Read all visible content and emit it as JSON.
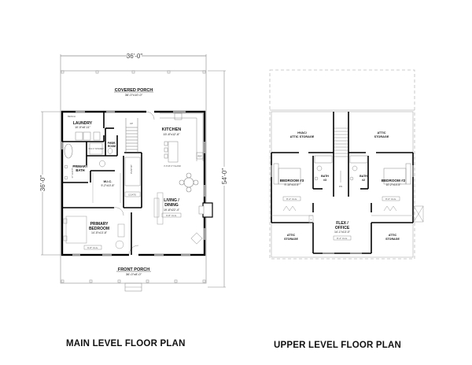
{
  "main_level": {
    "title": "MAIN LEVEL FLOOR PLAN",
    "dimensions": {
      "top_width": "36'-0\"",
      "left_depth": "36'-0\"",
      "right_overall": "54'-0\""
    },
    "rooms": {
      "covered_porch": {
        "name": "COVERED PORCH",
        "size": "36'-0\"x10'-0\""
      },
      "laundry": {
        "name": "LAUNDRY",
        "size": "10'-5\"x8'-11\""
      },
      "kitchen": {
        "name": "KITCHEN",
        "size": "15'-8\"x12'-8\""
      },
      "pwdr_room": {
        "name_line1": "PWDR.",
        "name_line2": "ROOM"
      },
      "primary_bath": {
        "name_line1": "PRIMARY",
        "name_line2": "BATH"
      },
      "wic": {
        "name": "W.I.C.",
        "size": "9'-2\"x10'-8\""
      },
      "living_dining": {
        "name_line1": "LIVING /",
        "name_line2": "DINING",
        "size": "19'-8\"x22'-4\"",
        "ceiling": "9'-8\" CLG."
      },
      "primary_bedroom": {
        "name_line1": "PRIMARY",
        "name_line2": "BEDROOM",
        "size": "14'-5\"x13'-8\"",
        "ceiling": "9'-8\" CLG."
      },
      "front_porch": {
        "name": "FRONT PORCH",
        "size": "36'-0\"x8'-0\""
      }
    },
    "annotations": {
      "bench": "BENCH",
      "shower": "4'X4'-0\" SHOWER",
      "up": "UP",
      "island": "3'-6\"x8'-0\" ISLAND",
      "pantry": "PANTRY",
      "coats": "COATS",
      "vanity": "17' VANITY",
      "ref": "REF",
      "linen": "LINEN"
    }
  },
  "upper_level": {
    "title": "UPPER LEVEL FLOOR PLAN",
    "rooms": {
      "hvac_attic": {
        "name_line1": "HVAC/",
        "name_line2": "ATTIC STORAGE"
      },
      "attic_storage_ne": {
        "name_line1": "ATTIC",
        "name_line2": "STORAGE"
      },
      "bedroom_3": {
        "name": "BEDROOM #3",
        "size": "9'-10\"x14'-5\"",
        "ceiling": "8'-4\" CLG."
      },
      "bath_3": {
        "name_line1": "BATH",
        "name_line2": "#3"
      },
      "bath_2": {
        "name_line1": "BATH",
        "name_line2": "#2"
      },
      "bedroom_2": {
        "name": "BEDROOM #2",
        "size": "10'-2\"x14'-5\"",
        "ceiling": "8'-0\" CLG."
      },
      "flex_office": {
        "name_line1": "FLEX /",
        "name_line2": "OFFICE",
        "size": "14'-1\"x13'-0\"",
        "ceiling": "8'-4\" CLG."
      },
      "attic_storage_sw": {
        "name_line1": "ATTIC",
        "name_line2": "STORAGE"
      },
      "attic_storage_se": {
        "name_line1": "ATTIC",
        "name_line2": "STORAGE"
      }
    },
    "annotations": {
      "dn": "DN",
      "linen": "L"
    }
  },
  "colors": {
    "wall": "#000000",
    "thin_line": "#9a9a9a",
    "dashed_outline": "#bdbdbd",
    "text": "#111111",
    "background": "#ffffff"
  }
}
